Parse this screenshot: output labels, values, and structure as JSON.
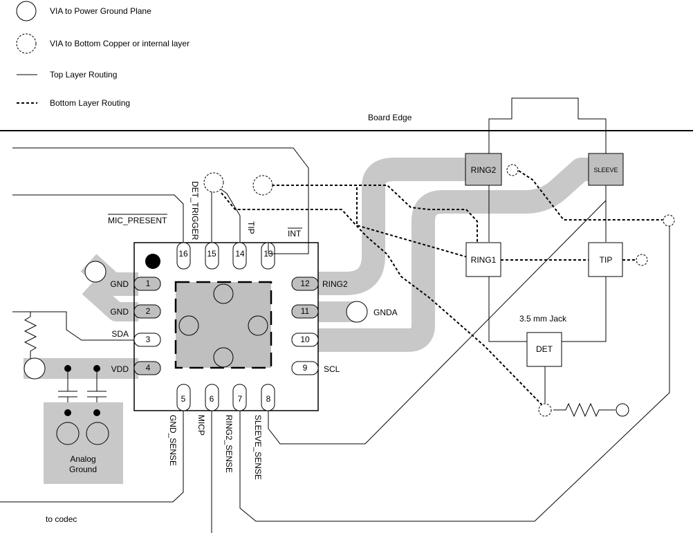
{
  "legend": {
    "via_power_ground": "VIA to Power Ground Plane",
    "via_bottom": "VIA to Bottom Copper or internal layer",
    "top_routing": "Top Layer Routing",
    "bottom_routing": "Bottom Layer Routing"
  },
  "board_edge": "Board Edge",
  "ic": {
    "pins": {
      "p1": "1",
      "p2": "2",
      "p3": "3",
      "p4": "4",
      "p5": "5",
      "p6": "6",
      "p7": "7",
      "p8": "8",
      "p9": "9",
      "p10": "10",
      "p11": "11",
      "p12": "12",
      "p13": "13",
      "p14": "14",
      "p15": "15",
      "p16": "16"
    }
  },
  "signals": {
    "mic_present": "MIC_PRESENT",
    "det_trigger": "DET_TRIGGER",
    "tip": "TIP",
    "int": "INT",
    "gnd1": "GND",
    "gnd2": "GND",
    "sda": "SDA",
    "vdd": "VDD",
    "ring2": "RING2",
    "gnda": "GNDA",
    "scl": "SCL",
    "gnd_sense": "GND_SENSE",
    "micp": "MICP",
    "ring2_sense": "RING2_SENSE",
    "sleeve_sense": "SLEEVE_SENSE"
  },
  "analog_ground": {
    "line1": "Analog",
    "line2": "Ground"
  },
  "to_codec": "to codec",
  "jack": {
    "title": "3.5 mm Jack",
    "ring2": "RING2",
    "sleeve": "SLEEVE",
    "ring1": "RING1",
    "tip": "TIP",
    "det": "DET"
  },
  "colors": {
    "copper": "#c8c8c8",
    "pad": "#bfbfbf",
    "line": "#000000"
  }
}
